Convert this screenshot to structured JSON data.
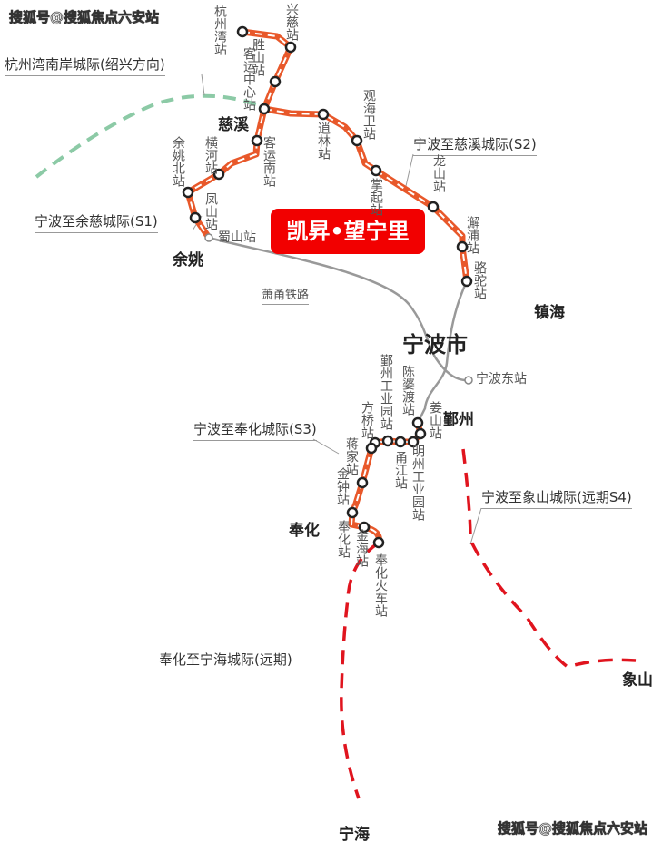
{
  "watermark_top": "搜狐号@搜狐焦点六安站",
  "watermark_bottom": "搜狐号@搜狐焦点六安站",
  "promo_label": "凯昇•望宁里",
  "colors": {
    "line_operating": "#e8582a",
    "line_planned": "#e0141e",
    "line_shaoxing": "#8ccaa6",
    "railway": "#999999",
    "promo": "#f20000"
  },
  "places": {
    "cixi": "慈溪",
    "yuyao": "余姚",
    "zhenhai": "镇海",
    "ningbo": "宁波市",
    "yinzhou": "鄞州",
    "fenghua": "奉化",
    "xiangshan": "象山",
    "ninghai": "宁海"
  },
  "lines": {
    "shaoxing": "杭州湾南岸城际(绍兴方向)",
    "s1": "宁波至余慈城际(S1)",
    "s2": "宁波至慈溪城际(S2)",
    "s3": "宁波至奉化城际(S3)",
    "s4": "宁波至象山城际(远期S4)",
    "ninghai": "奉化至宁海城际(远期)",
    "railway": "萧甬铁路"
  },
  "stations": {
    "s1s2": [
      "杭州湾站",
      "兴慈站",
      "胜山站",
      "客运中心站",
      "逍林站",
      "观海卫站",
      "掌起站",
      "龙山站",
      "澥浦站",
      "骆驼站",
      "客运南站",
      "横河站",
      "余姚北站",
      "凤山站"
    ],
    "railway": [
      "蜀山站",
      "宁波东站"
    ],
    "s3": [
      "姜山站",
      "明州工业园站",
      "甬江站",
      "鄞州工业园站",
      "陈婆渡站",
      "方桥站",
      "蒋家站",
      "金钟站",
      "奉化站",
      "金海站",
      "奉化火车站"
    ]
  }
}
